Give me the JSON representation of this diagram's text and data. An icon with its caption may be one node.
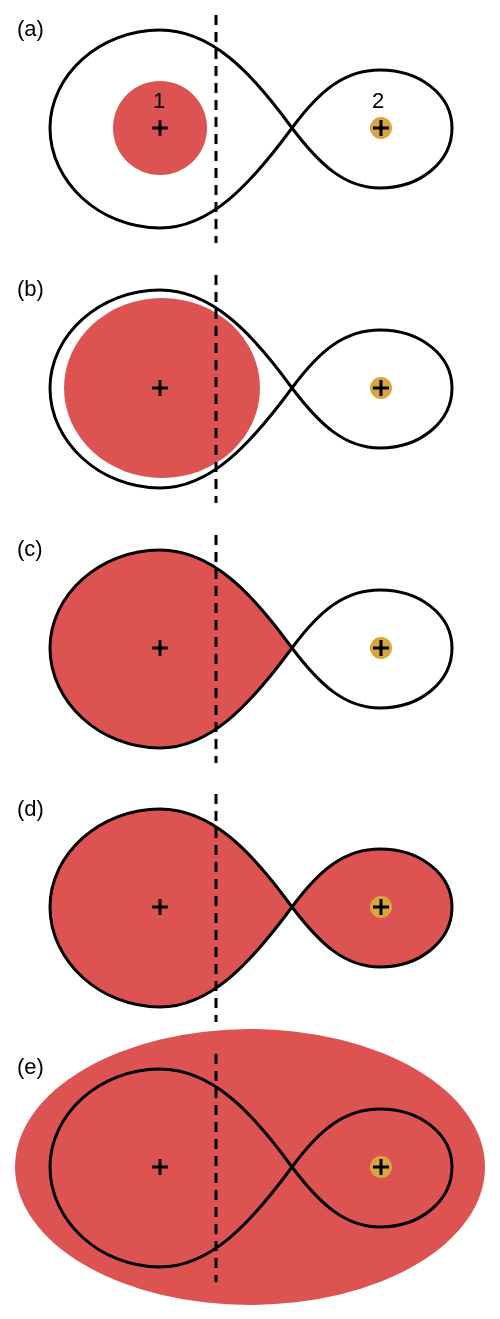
{
  "diagram": {
    "labels": [
      "(a)",
      "1",
      "2",
      "(b)",
      "(c)",
      "(d)",
      "(e)"
    ]
  }
}
